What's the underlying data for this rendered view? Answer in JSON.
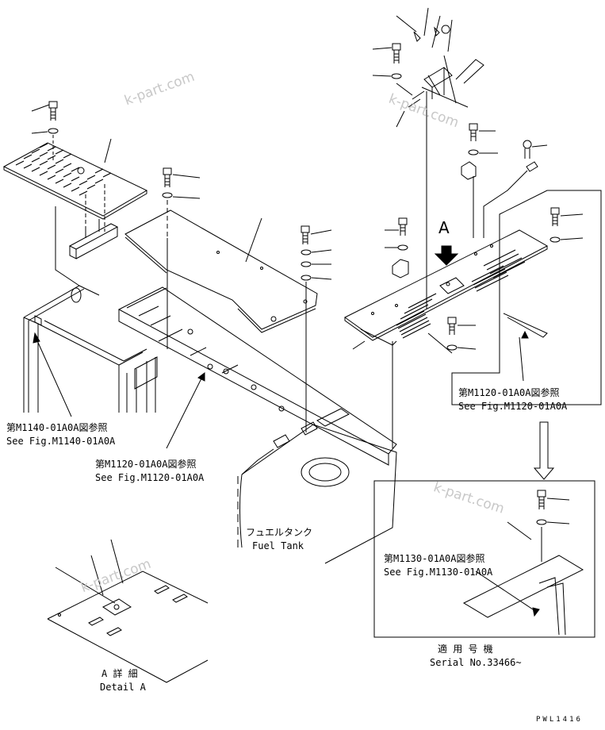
{
  "labels": {
    "ref_m1140_jp": "第M1140-01A0A図参照",
    "ref_m1140_en": "See Fig.M1140-01A0A",
    "ref_m1120_left_jp": "第M1120-01A0A図参照",
    "ref_m1120_left_en": "See Fig.M1120-01A0A",
    "ref_m1120_right_jp": "第M1120-01A0A図参照",
    "ref_m1120_right_en": "See Fig.M1120-01A0A",
    "ref_m1130_jp": "第M1130-01A0A図参照",
    "ref_m1130_en": "See Fig.M1130-01A0A",
    "fuel_tank_jp": "フュエルタンク",
    "fuel_tank_en": "Fuel Tank",
    "detail_a_jp": "A 詳 細",
    "detail_a_en": "Detail A",
    "serial_jp": "適 用 号 機",
    "serial_en": "Serial No.33466~",
    "view_a": "A",
    "drawing_code": "PWL1416"
  },
  "watermarks": [
    "k-part.com",
    "k-part.com",
    "k-part.com",
    "k-part.com"
  ]
}
